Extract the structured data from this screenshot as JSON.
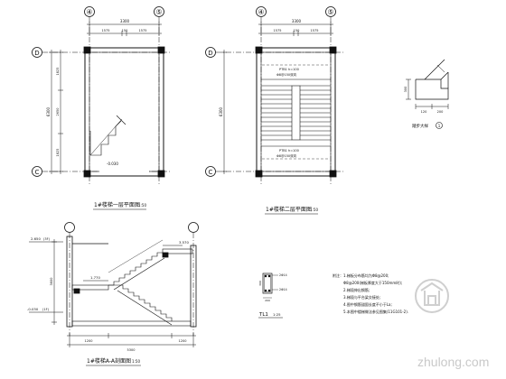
{
  "plan1": {
    "axis_left": "④",
    "axis_right": "⑤",
    "axis_top": "D",
    "axis_bottom": "C",
    "top_total": "3300",
    "top_seg1": "1575",
    "top_seg2": "150",
    "top_seg3": "1575",
    "left_total": "6300",
    "left_seg1": "1825",
    "left_seg2": "2650",
    "left_seg3": "1825",
    "elev": "-0.030",
    "title": "1#楼梯一层平面图",
    "scale": "1:50"
  },
  "plan2": {
    "axis_left": "④",
    "axis_right": "⑤",
    "axis_top": "D",
    "axis_bottom": "C",
    "top_total": "3300",
    "top_seg1": "1575",
    "top_seg2": "150",
    "top_seg3": "1575",
    "left_total": "6300",
    "ptb_top": "PTB1 h=100",
    "ptb_top_rebar": "Φ8@150双向",
    "ptb_bottom": "PTB1 h=100",
    "ptb_bottom_rebar": "Φ8@150双向",
    "title": "1#楼梯二层平面图",
    "scale": "1:50"
  },
  "detail": {
    "dim_h": "300",
    "dim_w1": "120",
    "dim_w2": "200",
    "label": "1",
    "title": "踏步大样"
  },
  "section": {
    "elev_top": "2.650",
    "elev_top_tag": "(3F)",
    "elev_bottom": "-0.030",
    "elev_bottom_tag": "(1F)",
    "elev_mid": "1.770",
    "elev_upper": "3.570",
    "dim_total_h": "3600",
    "dim_w_total": "5300",
    "dim_w1": "1200",
    "dim_w2": "1200",
    "title": "1#楼梯A-A剖面图",
    "scale": "1:50"
  },
  "beam": {
    "name": "TL1",
    "scale": "1:25",
    "dim_w": "200",
    "dim_h": "300",
    "top_bar": "2Φ14",
    "bottom_bar": "2Φ14"
  },
  "notes": {
    "line1": "附注：1.梯板分布筋均为Φ8@200;",
    "line2": "Φ8@200(梯板厚度大于150mm时);",
    "line3": "2.梯段伸出钢筋;",
    "line4": "3.梯段与平台梁交接处;",
    "line5": "4.图中钢筋锚固长度不小于La;",
    "line6": "5.本图中楼梯做法参见图集(11G101-2)."
  },
  "watermark": "zhulong.com"
}
